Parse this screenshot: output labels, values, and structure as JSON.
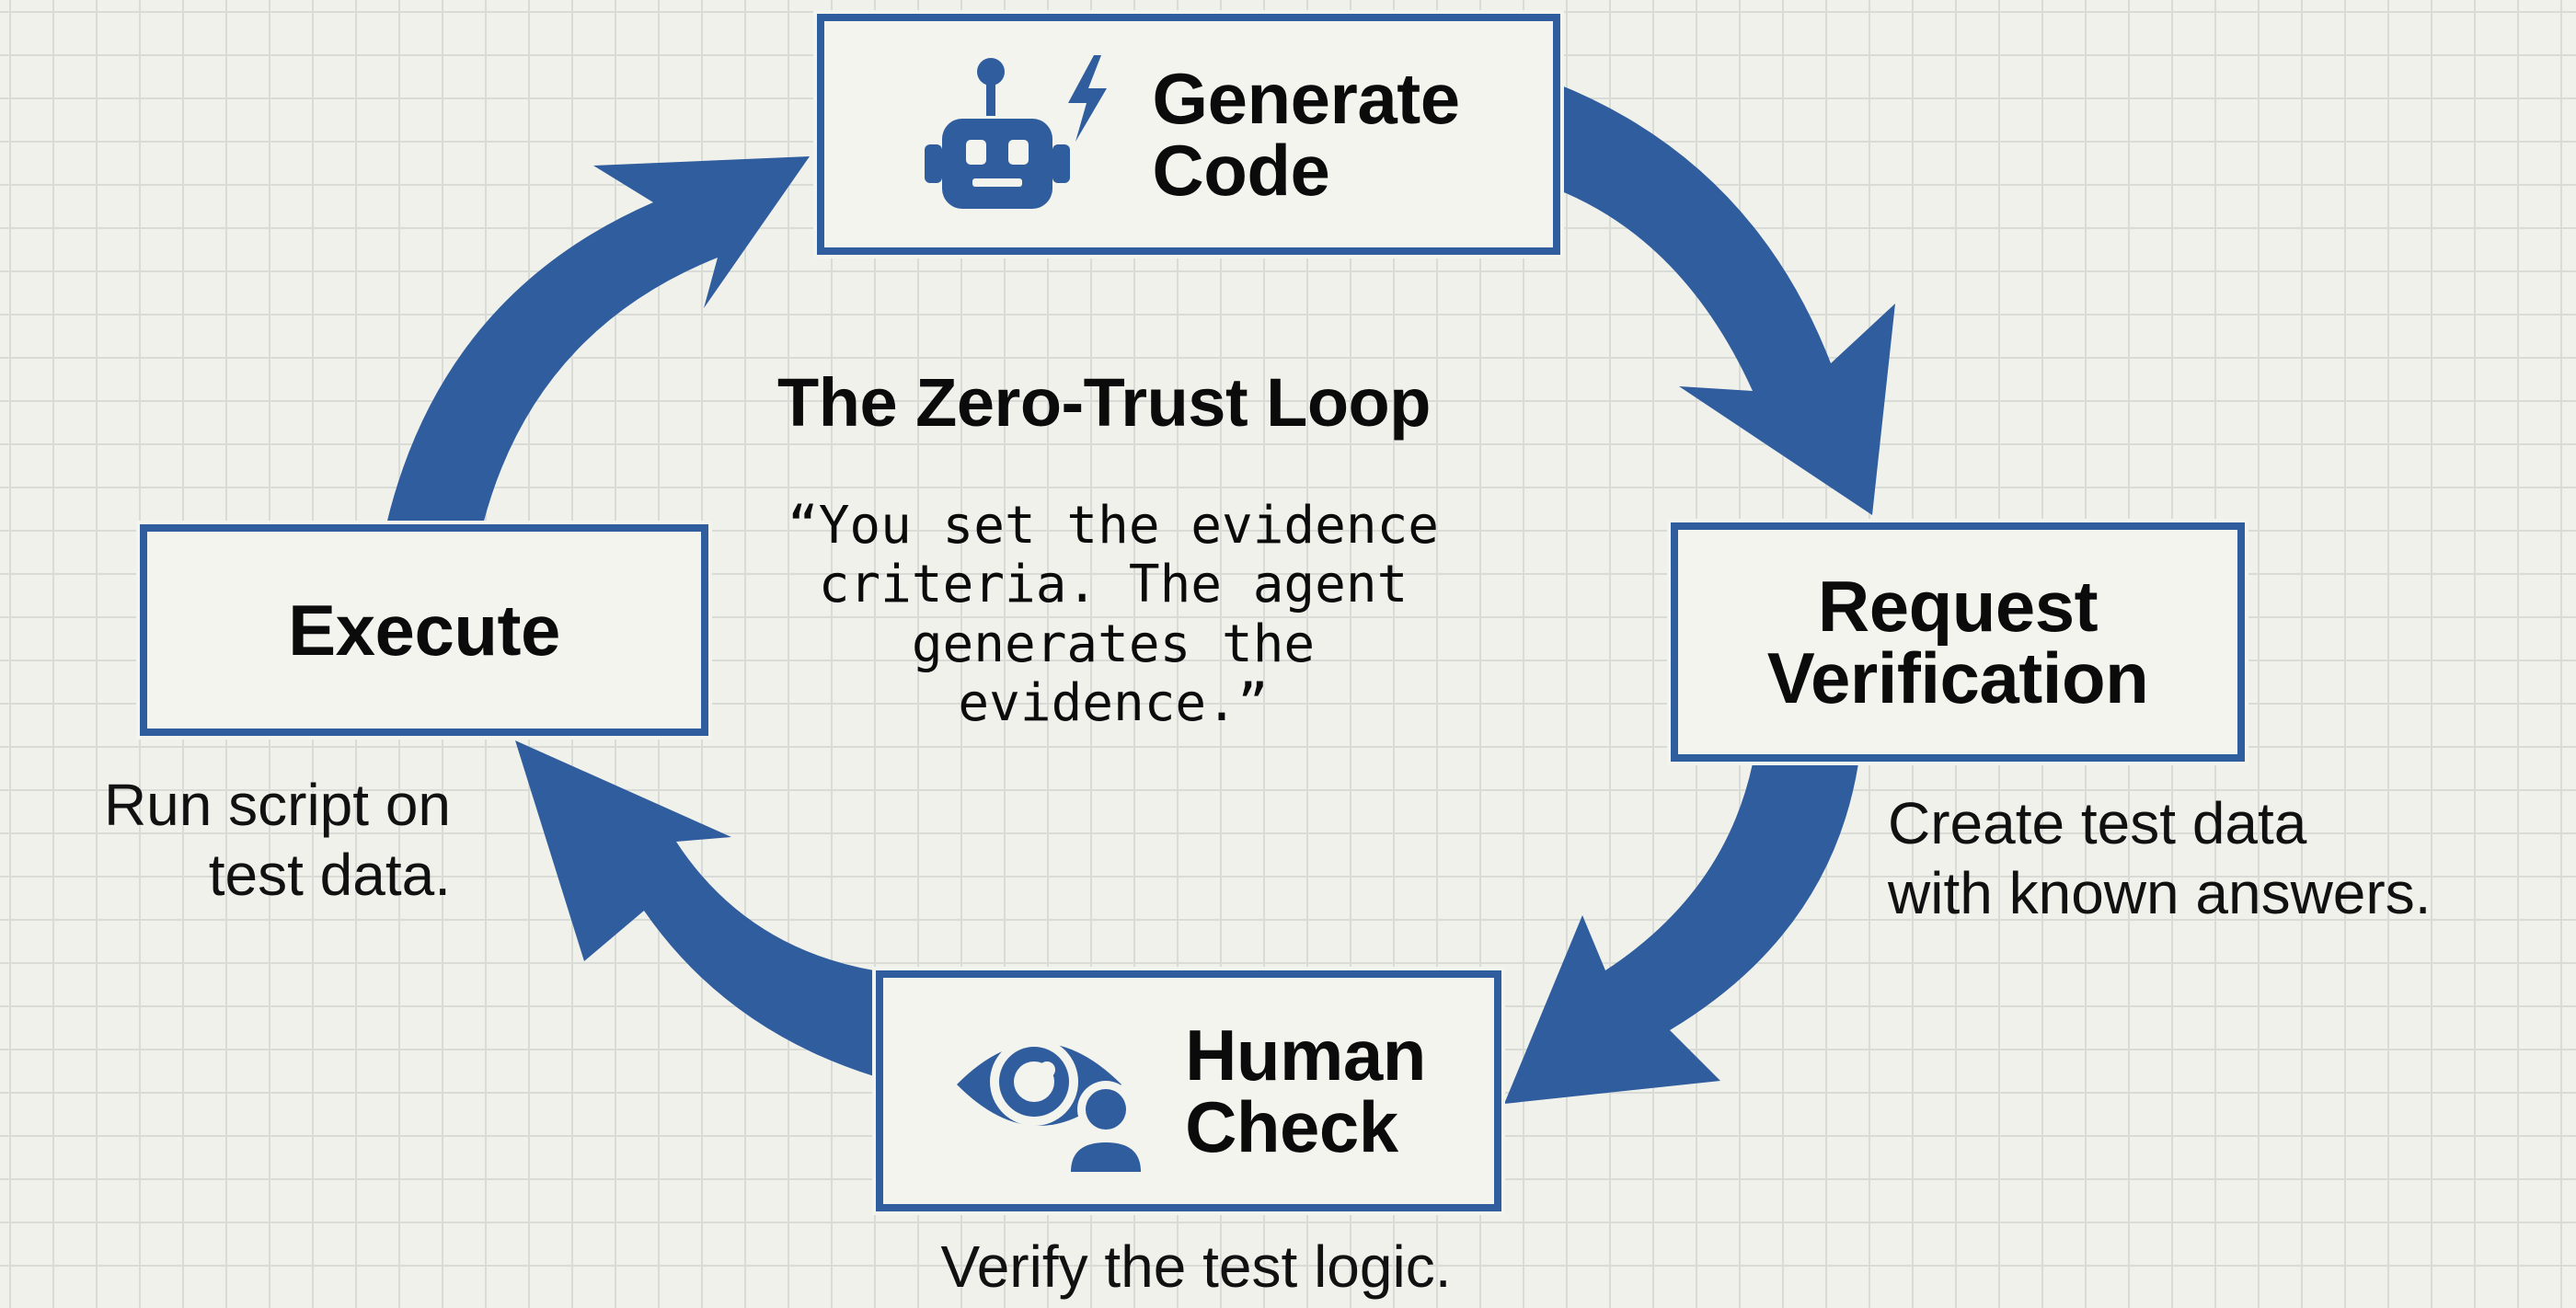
{
  "center": {
    "title": "The Zero-Trust Loop",
    "quote_lines": [
      "“You set the evidence",
      "criteria. The agent",
      "generates the",
      "evidence.”"
    ]
  },
  "steps": {
    "generate": {
      "title_lines": [
        "Generate",
        "Code"
      ],
      "icon": "robot-icon"
    },
    "request": {
      "title_lines": [
        "Request",
        "Verification"
      ],
      "caption_lines": [
        "Create test data",
        "with known answers."
      ]
    },
    "human": {
      "title_lines": [
        "Human",
        "Check"
      ],
      "icon": "eye-user-icon",
      "caption_lines": [
        "Verify the test logic."
      ]
    },
    "execute": {
      "title_lines": [
        "Execute"
      ],
      "caption_lines": [
        "Run script on",
        "test data."
      ]
    }
  },
  "colors": {
    "accent": "#2f5d9e",
    "background": "#f1f1ec",
    "grid": "#d9dbd6",
    "text": "#0b0b0b"
  }
}
